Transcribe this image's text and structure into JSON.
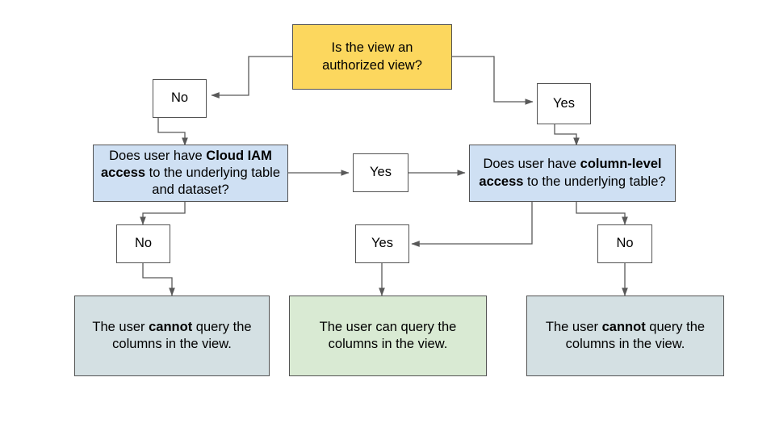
{
  "diagram": {
    "title": "BigQuery authorized view and column-level access decision flow",
    "background_color": "#ffffff",
    "edge_color": "#595959",
    "border_color": "#535353",
    "colors": {
      "start_fill": "#FCD75E",
      "decision_fill": "#CFE0F3",
      "label_fill": "#ffffff",
      "deny_fill": "#D4E0E3",
      "allow_fill": "#D9EAD3"
    },
    "nodes": {
      "start_question": {
        "text": "Is the view an\nauthorized view?",
        "kind": "start-question"
      },
      "branch_no_top": {
        "text": "No",
        "kind": "branch-label"
      },
      "branch_yes_top": {
        "text": "Yes",
        "kind": "branch-label"
      },
      "iam_question": {
        "text_parts": [
          {
            "text": "Does user have ",
            "bold": false
          },
          {
            "text": "Cloud IAM access",
            "bold": true
          },
          {
            "text": " to the underlying table and dataset?",
            "bold": false
          }
        ],
        "plain_text": "Does user have Cloud IAM access to the underlying table and dataset?",
        "kind": "decision"
      },
      "branch_yes_middle": {
        "text": "Yes",
        "kind": "branch-label"
      },
      "column_question": {
        "text_parts": [
          {
            "text": "Does user have ",
            "bold": false
          },
          {
            "text": "column-level access",
            "bold": true
          },
          {
            "text": " to the underlying table?",
            "bold": false
          }
        ],
        "plain_text": "Does user have column-level access to the underlying table?",
        "kind": "decision"
      },
      "branch_no_left": {
        "text": "No",
        "kind": "branch-label"
      },
      "branch_yes_bottom": {
        "text": "Yes",
        "kind": "branch-label"
      },
      "branch_no_right": {
        "text": "No",
        "kind": "branch-label"
      },
      "outcome_left": {
        "text_parts": [
          {
            "text": "The user ",
            "bold": false
          },
          {
            "text": "cannot",
            "bold": true
          },
          {
            "text": " query the columns in the view.",
            "bold": false
          }
        ],
        "plain_text": "The user cannot query the columns in the view.",
        "kind": "outcome-deny"
      },
      "outcome_middle": {
        "text_parts": [
          {
            "text": "The user can query the columns in the view.",
            "bold": false
          }
        ],
        "plain_text": "The user can query the columns in the view.",
        "kind": "outcome-allow"
      },
      "outcome_right": {
        "text_parts": [
          {
            "text": "The user ",
            "bold": false
          },
          {
            "text": "cannot",
            "bold": true
          },
          {
            "text": " query the columns in the view.",
            "bold": false
          }
        ],
        "plain_text": "The user cannot query the columns in the view.",
        "kind": "outcome-deny"
      }
    },
    "edges": [
      {
        "from": "start_question",
        "to": "branch_no_top",
        "label": ""
      },
      {
        "from": "start_question",
        "to": "branch_yes_top",
        "label": ""
      },
      {
        "from": "branch_no_top",
        "to": "iam_question",
        "label": ""
      },
      {
        "from": "branch_yes_top",
        "to": "column_question",
        "label": ""
      },
      {
        "from": "iam_question",
        "to": "branch_yes_middle",
        "label": ""
      },
      {
        "from": "branch_yes_middle",
        "to": "column_question",
        "label": ""
      },
      {
        "from": "iam_question",
        "to": "branch_no_left",
        "label": ""
      },
      {
        "from": "branch_no_left",
        "to": "outcome_left",
        "label": ""
      },
      {
        "from": "column_question",
        "to": "branch_yes_bottom",
        "label": ""
      },
      {
        "from": "branch_yes_bottom",
        "to": "outcome_middle",
        "label": ""
      },
      {
        "from": "column_question",
        "to": "branch_no_right",
        "label": ""
      },
      {
        "from": "branch_no_right",
        "to": "outcome_right",
        "label": ""
      }
    ]
  }
}
